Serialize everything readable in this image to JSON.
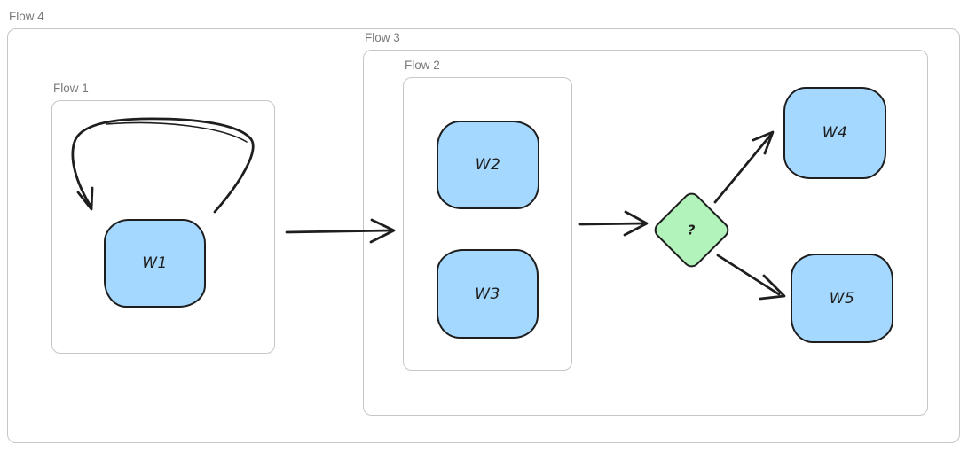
{
  "diagram": {
    "frames": {
      "flow4": {
        "label": "Flow 4"
      },
      "flow3": {
        "label": "Flow 3"
      },
      "flow2": {
        "label": "Flow 2"
      },
      "flow1": {
        "label": "Flow 1"
      }
    },
    "nodes": {
      "w1": {
        "label": "W1",
        "type": "task"
      },
      "w2": {
        "label": "W2",
        "type": "task"
      },
      "w3": {
        "label": "W3",
        "type": "task"
      },
      "w4": {
        "label": "W4",
        "type": "task"
      },
      "w5": {
        "label": "W5",
        "type": "task"
      },
      "decision": {
        "label": "?",
        "type": "decision"
      }
    },
    "edges": [
      {
        "from": "w1",
        "to": "w1",
        "kind": "self-loop"
      },
      {
        "from": "flow1",
        "to": "flow2",
        "kind": "arrow"
      },
      {
        "from": "flow2",
        "to": "decision",
        "kind": "arrow"
      },
      {
        "from": "decision",
        "to": "w4",
        "kind": "arrow"
      },
      {
        "from": "decision",
        "to": "w5",
        "kind": "arrow"
      }
    ],
    "colors": {
      "task_fill": "#a5d8ff",
      "decision_fill": "#b2f2bb",
      "stroke": "#1e1e1e",
      "frame_border": "#c6c6c6",
      "frame_label": "#7b7b7b",
      "background": "#ffffff"
    }
  }
}
